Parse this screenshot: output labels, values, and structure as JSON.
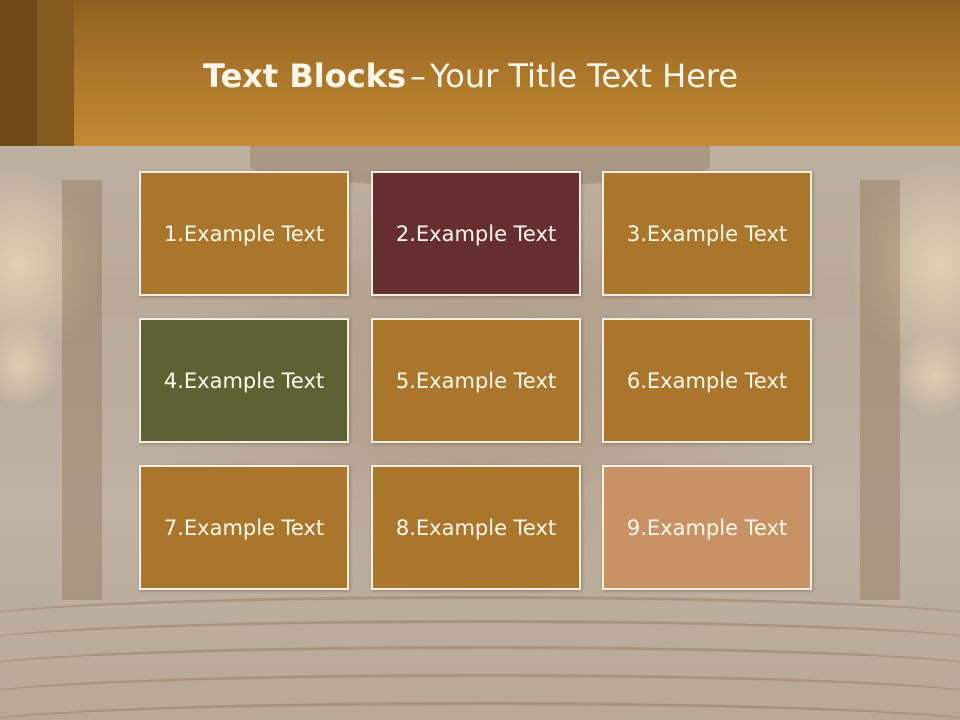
{
  "slide": {
    "title_bold": "Text Blocks",
    "title_dash": "–",
    "title_rest": "Your Title Text Here"
  },
  "blocks": [
    {
      "label": "1.Example Text",
      "color": "#a9762b"
    },
    {
      "label": "2.Example Text",
      "color": "#662e30"
    },
    {
      "label": "3.Example Text",
      "color": "#a9762b"
    },
    {
      "label": "4.Example Text",
      "color": "#5e6233"
    },
    {
      "label": "5.Example Text",
      "color": "#a9762b"
    },
    {
      "label": "6.Example Text",
      "color": "#a9762b"
    },
    {
      "label": "7.Example Text",
      "color": "#a9762b"
    },
    {
      "label": "8.Example Text",
      "color": "#a9762b"
    },
    {
      "label": "9.Example Text",
      "color": "#c99264"
    }
  ],
  "colors": {
    "header_top": "#8e6022",
    "header_bottom": "#c28a34",
    "accent_dark": "#6f4a18",
    "block_border": "#f4eee5",
    "title_text": "#fff8ea"
  }
}
